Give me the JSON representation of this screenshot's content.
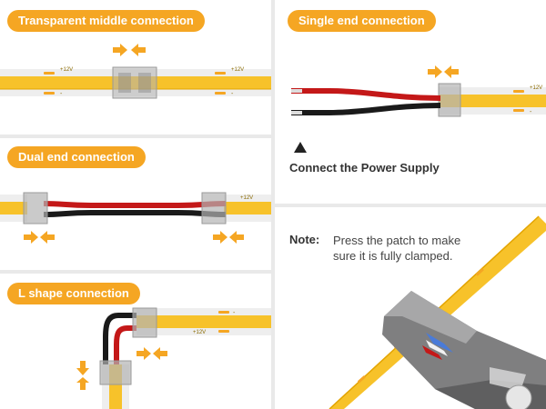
{
  "panels": {
    "transparent_middle": {
      "title": "Transparent middle connection"
    },
    "single_end": {
      "title": "Single end connection",
      "power_label": "Connect the Power Supply"
    },
    "dual_end": {
      "title": "Dual end connection"
    },
    "l_shape": {
      "title": "L shape connection"
    },
    "note": {
      "label": "Note:",
      "line1": "Press the patch to make",
      "line2": "sure it is fully clamped."
    }
  },
  "strip_marks": {
    "plus": "+12V",
    "minus": "-"
  },
  "colors": {
    "accent": "#f5a623",
    "strip_yellow": "#f7c22a",
    "strip_edge": "#e3a400",
    "clip_gray": "#b3b3b3",
    "wire_red": "#c41818",
    "wire_black": "#1a1a1a"
  },
  "icons": {
    "arrow": "arrow-icon",
    "power": "triangle-up-icon"
  }
}
